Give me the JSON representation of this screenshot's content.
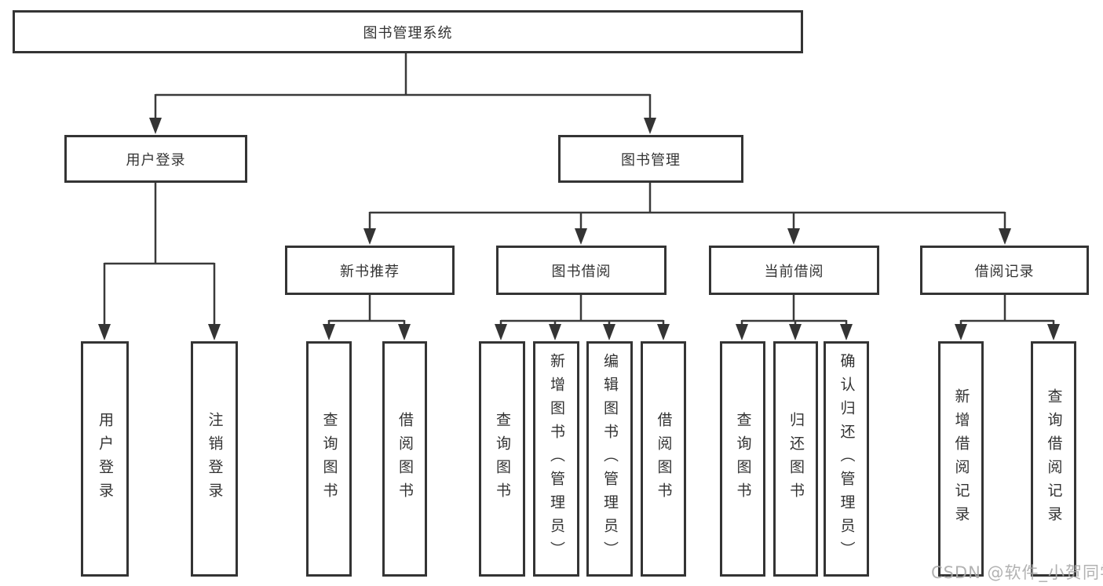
{
  "diagram": {
    "title": "图书管理系统",
    "root": {
      "label": "图书管理系统"
    },
    "level2": [
      {
        "label": "用户登录"
      },
      {
        "label": "图书管理"
      }
    ],
    "level3": [
      {
        "label": "新书推荐"
      },
      {
        "label": "图书借阅"
      },
      {
        "label": "当前借阅"
      },
      {
        "label": "借阅记录"
      }
    ],
    "leaves": [
      {
        "label": "用户登录",
        "parent": "用户登录"
      },
      {
        "label": "注销登录",
        "parent": "用户登录"
      },
      {
        "label": "查询图书",
        "parent": "新书推荐"
      },
      {
        "label": "借阅图书",
        "parent": "新书推荐"
      },
      {
        "label": "查询图书",
        "parent": "图书借阅"
      },
      {
        "label": "新增图书（管理员）",
        "parent": "图书借阅"
      },
      {
        "label": "编辑图书（管理员）",
        "parent": "图书借阅"
      },
      {
        "label": "借阅图书",
        "parent": "图书借阅"
      },
      {
        "label": "查询图书",
        "parent": "当前借阅"
      },
      {
        "label": "归还图书",
        "parent": "当前借阅"
      },
      {
        "label": "确认归还（管理员）",
        "parent": "当前借阅"
      },
      {
        "label": "新增借阅记录",
        "parent": "借阅记录"
      },
      {
        "label": "查询借阅记录",
        "parent": "借阅记录"
      }
    ]
  },
  "watermark": {
    "text": "CSDN @软件_小贺同学"
  },
  "colors": {
    "line": "#3a3a3a",
    "border": "#343434",
    "text": "#333333",
    "watermark": "#aaaaaa",
    "background": "#ffffff"
  }
}
